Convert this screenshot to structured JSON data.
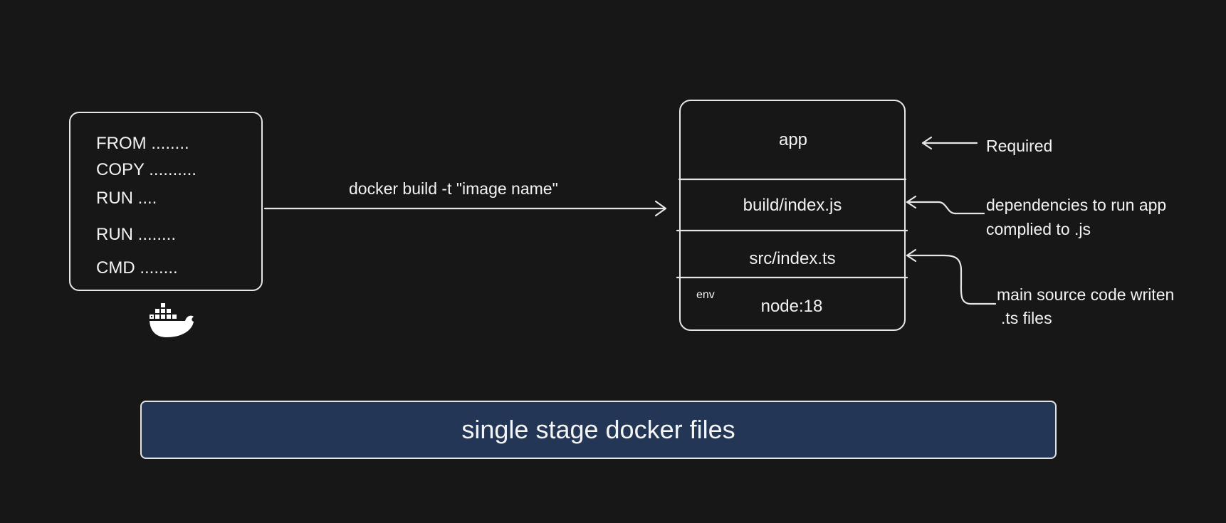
{
  "dockerfile": {
    "lines": [
      "FROM ........",
      "COPY ..........",
      "RUN ....",
      "RUN ........",
      "CMD ........"
    ]
  },
  "build_arrow": {
    "label": "docker build -t \"image name\""
  },
  "image_layers": {
    "app": "app",
    "build": "build/index.js",
    "src": "src/index.ts",
    "env_tag": "env",
    "base": "node:18"
  },
  "annotations": {
    "required": "Required",
    "dependencies_line1": "dependencies to run app",
    "dependencies_line2": "complied to .js",
    "source_line1": "main source code writen",
    "source_line2": ".ts files"
  },
  "banner": {
    "title": "single stage docker files",
    "color": "#233656"
  },
  "icons": {
    "docker": "docker-whale-icon"
  }
}
